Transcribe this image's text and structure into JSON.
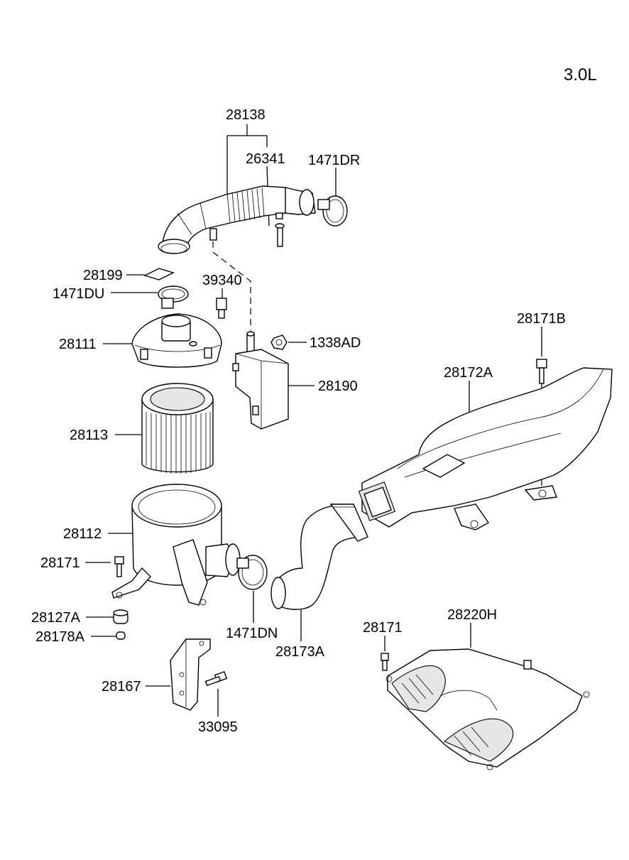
{
  "engine_label": "3.0L",
  "parts": {
    "p28138": "28138",
    "p26341": "26341",
    "p1471DR": "1471DR",
    "p28199": "28199",
    "p1471DU": "1471DU",
    "p39340": "39340",
    "p28111": "28111",
    "p1338AD": "1338AD",
    "p28171B": "28171B",
    "p28190": "28190",
    "p28172A": "28172A",
    "p28113": "28113",
    "p28112": "28112",
    "p28171_left": "28171",
    "p28127A": "28127A",
    "p28178A": "28178A",
    "p1471DN": "1471DN",
    "p28173A": "28173A",
    "p28171_right": "28171",
    "p28220H": "28220H",
    "p28167": "28167",
    "p33095": "33095"
  }
}
